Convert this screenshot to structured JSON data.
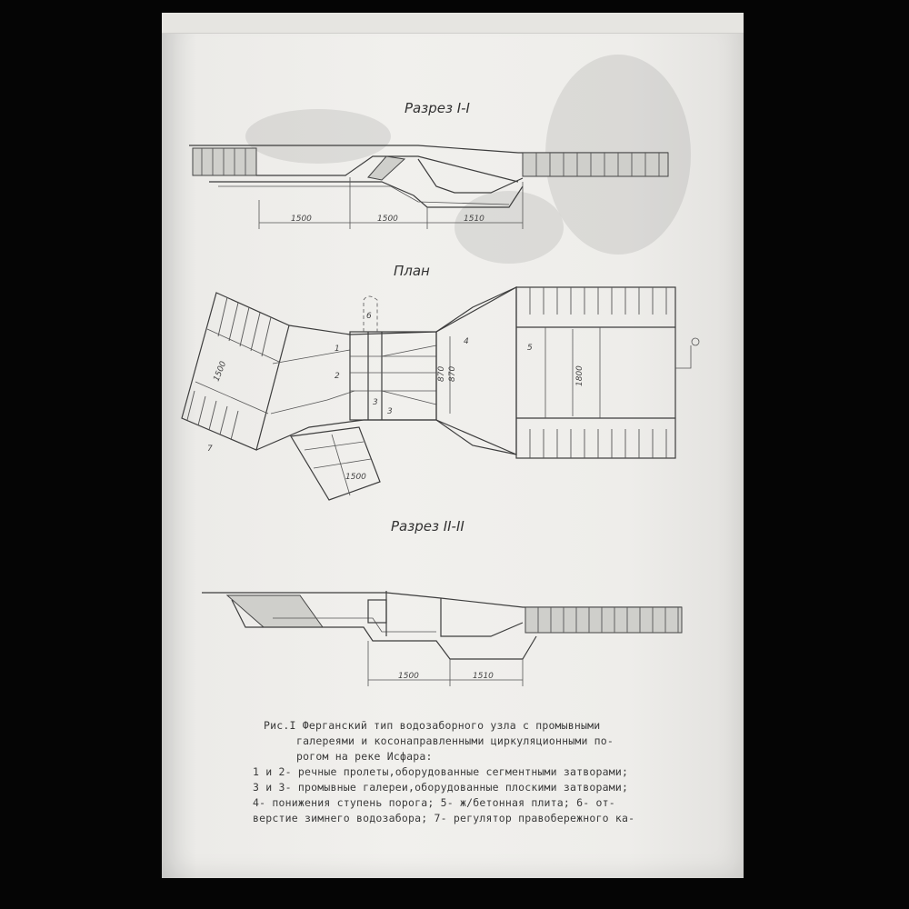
{
  "sections": {
    "section_1": {
      "title": "Разрез I-I",
      "dims": [
        "1500",
        "1500",
        "1510"
      ]
    },
    "plan": {
      "title": "План",
      "dims": [
        "1500",
        "1500",
        "1800",
        "870",
        "870"
      ],
      "numbers": [
        "1",
        "2",
        "3",
        "3",
        "4",
        "5",
        "6",
        "7"
      ]
    },
    "section_2": {
      "title": "Разрез II-II",
      "dims": [
        "1500",
        "1510"
      ]
    }
  },
  "caption": {
    "lines": [
      "Рис.I Ферганский тип водозаборного узла с промывными",
      "галереями и косонаправленными циркуляционными по-",
      "рогом на реке Исфара:",
      "1 и 2- речные пролеты,оборудованные сегментными затворами;",
      "3 и 3- промывные галереи,оборудованные плоскими затворами;",
      "4- понижения ступень порога; 5- ж/бетонная плита; 6- от-",
      "верстие зимнего водозабора; 7- регулятор правобережного ка-"
    ]
  },
  "colors": {
    "background": "#000000",
    "paper": "#efeeeb",
    "ink": "#3d3d3d"
  }
}
